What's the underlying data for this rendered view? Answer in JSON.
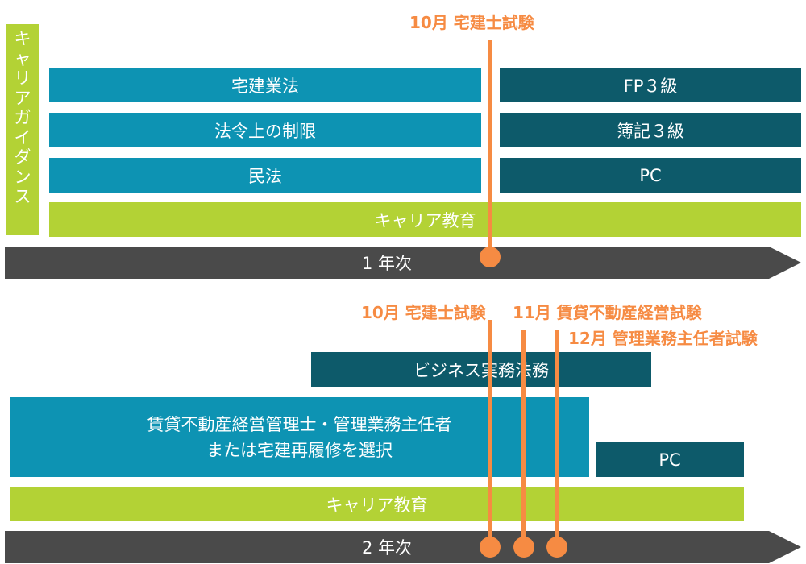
{
  "year1": {
    "exam_label": "10月 宅建士試験",
    "career_guidance_chars": [
      "キ",
      "ャ",
      "リ",
      "ア",
      "ガ",
      "イ",
      "ダ",
      "ン",
      "ス"
    ],
    "left_subjects": [
      "宅建業法",
      "法令上の制限",
      "民法"
    ],
    "right_subjects": [
      "FP３級",
      "簿記３級",
      "PC"
    ],
    "career_education": "キャリア教育",
    "arrow_label": "1 年次"
  },
  "year2": {
    "exam_1": "10月 宅建士試験",
    "exam_2": "11月 賃貸不動産経営試験",
    "exam_3": "12月 管理業務主任者試験",
    "business_law": "ビジネス実務法務",
    "main_course_line1": "賃貸不動産経営管理士・管理業務主任者",
    "main_course_line2": "または宅建再履修を選択",
    "pc": "PC",
    "career_education": "キャリア教育",
    "arrow_label": "2 年次"
  },
  "colors": {
    "teal": "#0d93b3",
    "dark_teal": "#0d5a6a",
    "lime": "#b3d235",
    "orange": "#f68b43",
    "arrow": "#4a4a4a"
  }
}
